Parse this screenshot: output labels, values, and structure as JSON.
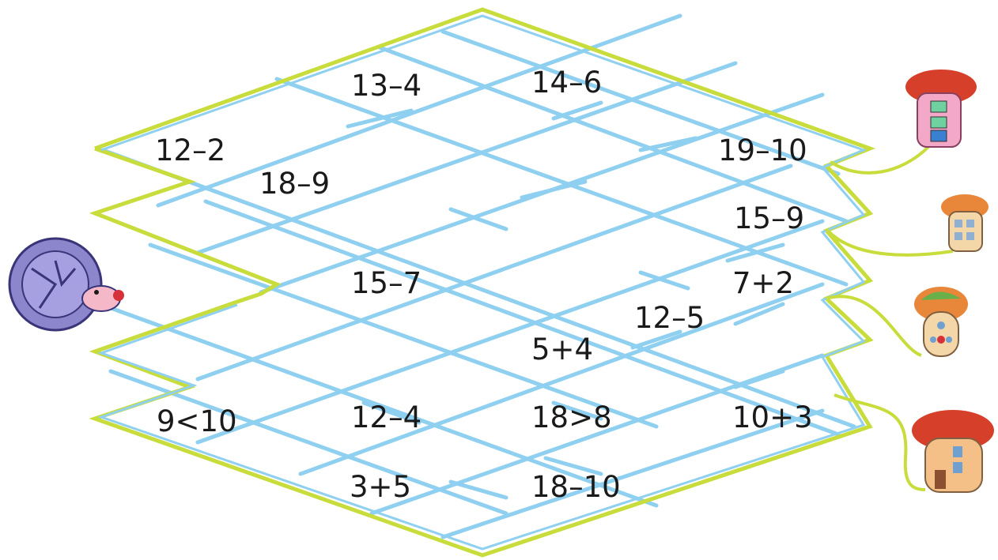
{
  "puzzle": {
    "expressions": [
      {
        "id": "e1",
        "text": "13–4"
      },
      {
        "id": "e2",
        "text": "14–6"
      },
      {
        "id": "e3",
        "text": "12–2"
      },
      {
        "id": "e4",
        "text": "18–9"
      },
      {
        "id": "e5",
        "text": "19–10"
      },
      {
        "id": "e6",
        "text": "15–9"
      },
      {
        "id": "e7",
        "text": "15–7"
      },
      {
        "id": "e8",
        "text": "7+2"
      },
      {
        "id": "e9",
        "text": "12–5"
      },
      {
        "id": "e10",
        "text": "5+4"
      },
      {
        "id": "e11",
        "text": "9<10"
      },
      {
        "id": "e12",
        "text": "12–4"
      },
      {
        "id": "e13",
        "text": "18>8"
      },
      {
        "id": "e14",
        "text": "10+3"
      },
      {
        "id": "e15",
        "text": "3+5"
      },
      {
        "id": "e16",
        "text": "18–10"
      }
    ],
    "colors": {
      "maze_border": "#c8dc3c",
      "maze_lines": "#8fd0f0",
      "hedgehog_body": "#9a93d6",
      "hedgehog_face": "#f4b8c8",
      "mushroom_cap_red": "#d6402a",
      "mushroom_cap_orange": "#e8873a",
      "mushroom_stem": "#f4d7a8",
      "mushroom_stem_pink": "#f4a8c8"
    },
    "icons": [
      "hedgehog-icon",
      "mushroom-house-icon"
    ]
  }
}
